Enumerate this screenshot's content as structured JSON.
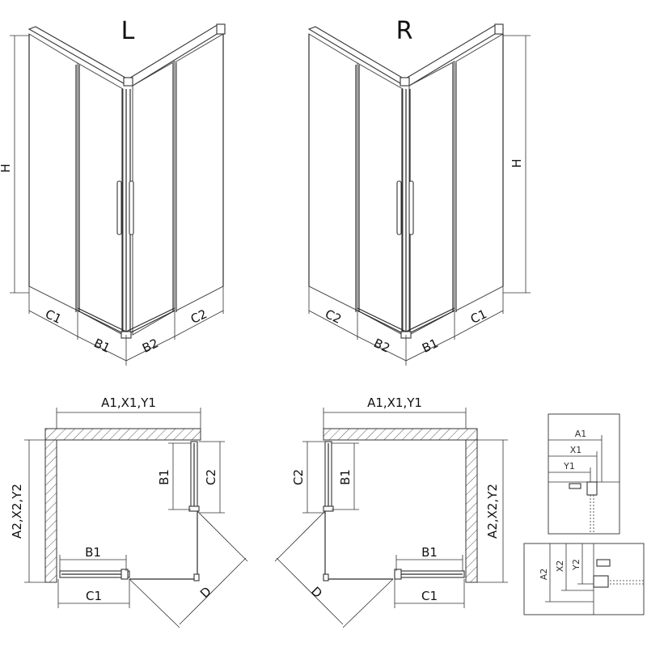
{
  "views": {
    "left_label": "L",
    "right_label": "R"
  },
  "dims": {
    "H": "H",
    "C1": "C1",
    "C2": "C2",
    "B1": "B1",
    "B2": "B2",
    "D": "D",
    "A1X1Y1": "A1,X1,Y1",
    "A2X2Y2": "A2,X2,Y2"
  },
  "detail": {
    "A1": "A1",
    "X1": "X1",
    "Y1": "Y1",
    "A2": "A2",
    "X2": "X2",
    "Y2": "Y2"
  }
}
